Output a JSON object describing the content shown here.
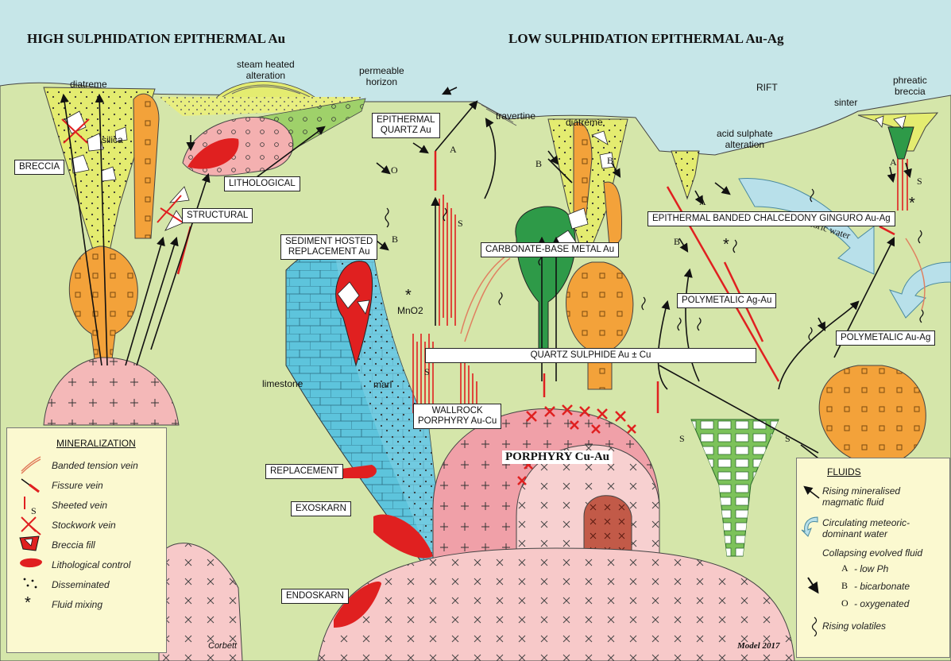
{
  "headers": {
    "left": "HIGH SULPHIDATION EPITHERMAL Au",
    "right": "LOW SULPHIDATION EPITHERMAL Au-Ag"
  },
  "surface_labels": {
    "diatreme_left": "diatreme",
    "steam_heated": "steam heated\nalteration",
    "permeable": "permeable\nhorizon",
    "travertine": "travertine",
    "diatreme_center": "diatreme",
    "rift": "RIFT",
    "acid_sulphate": "acid sulphate\nalteration",
    "sinter": "sinter",
    "phreatic": "phreatic\nbreccia",
    "silica": "silica",
    "limestone": "limestone",
    "marl": "marl",
    "mno2": "MnO2",
    "meteoric": "meteoric water",
    "corbett": "Corbett",
    "model": "Model 2017",
    "porphyry": "PORPHYRY Cu-Au"
  },
  "boxes": {
    "breccia": "BRECCIA",
    "lithological": "LITHOLOGICAL",
    "structural": "STRUCTURAL",
    "epithermal_quartz": "EPITHERMAL\nQUARTZ Au",
    "sediment_hosted": "SEDIMENT HOSTED\nREPLACEMENT Au",
    "carbonate": "CARBONATE-BASE METAL Au",
    "epithermal_banded": "EPITHERMAL BANDED CHALCEDONY GINGURO Au-Ag",
    "polymetalic_ag_au": "POLYMETALIC Ag-Au",
    "polymetalic_au_ag": "POLYMETALIC Au-Ag",
    "quartz_sulphide": "QUARTZ SULPHIDE Au ± Cu",
    "wallrock": "WALLROCK\nPORPHYRY Au-Cu",
    "replacement": "REPLACEMENT",
    "exoskarn": "EXOSKARN",
    "endoskarn": "ENDOSKARN"
  },
  "flow_letters": [
    "A",
    "B",
    "O",
    "S",
    "*"
  ],
  "mineralization_legend": {
    "title": "MINERALIZATION",
    "items": [
      {
        "label": "Banded tension vein",
        "icon": "banded-vein-icon"
      },
      {
        "label": "Fissure vein",
        "icon": "fissure-vein-icon"
      },
      {
        "label": "Sheeted vein",
        "icon": "sheeted-vein-icon",
        "symbol": "S"
      },
      {
        "label": "Stockwork vein",
        "icon": "stockwork-icon"
      },
      {
        "label": "Breccia fill",
        "icon": "breccia-icon"
      },
      {
        "label": "Lithological control",
        "icon": "lithological-icon"
      },
      {
        "label": "Disseminated",
        "icon": "disseminated-icon"
      },
      {
        "label": "Fluid mixing",
        "icon": "asterisk-icon"
      }
    ]
  },
  "fluids_legend": {
    "title": "FLUIDS",
    "rising": "Rising mineralised\nmagmatic fluid",
    "circulating": "Circulating meteoric-\ndominant water",
    "collapsing": "Collapsing evolved fluid",
    "codes": [
      {
        "code": "A",
        "label": "- low Ph"
      },
      {
        "code": "B",
        "label": "- bicarbonate"
      },
      {
        "code": "O",
        "label": "- oxygenated"
      }
    ],
    "volatiles": "Rising volatiles"
  },
  "colors": {
    "sky": "#c6e6e8",
    "ground": "#d5e6aa",
    "yellow": "#e4ec70",
    "orange": "#f3a23a",
    "pink": "#f4b8b8",
    "limestone": "#5dc4dc",
    "green": "#2e9a48",
    "red": "#e02020",
    "legend": "#fbf9d0"
  }
}
